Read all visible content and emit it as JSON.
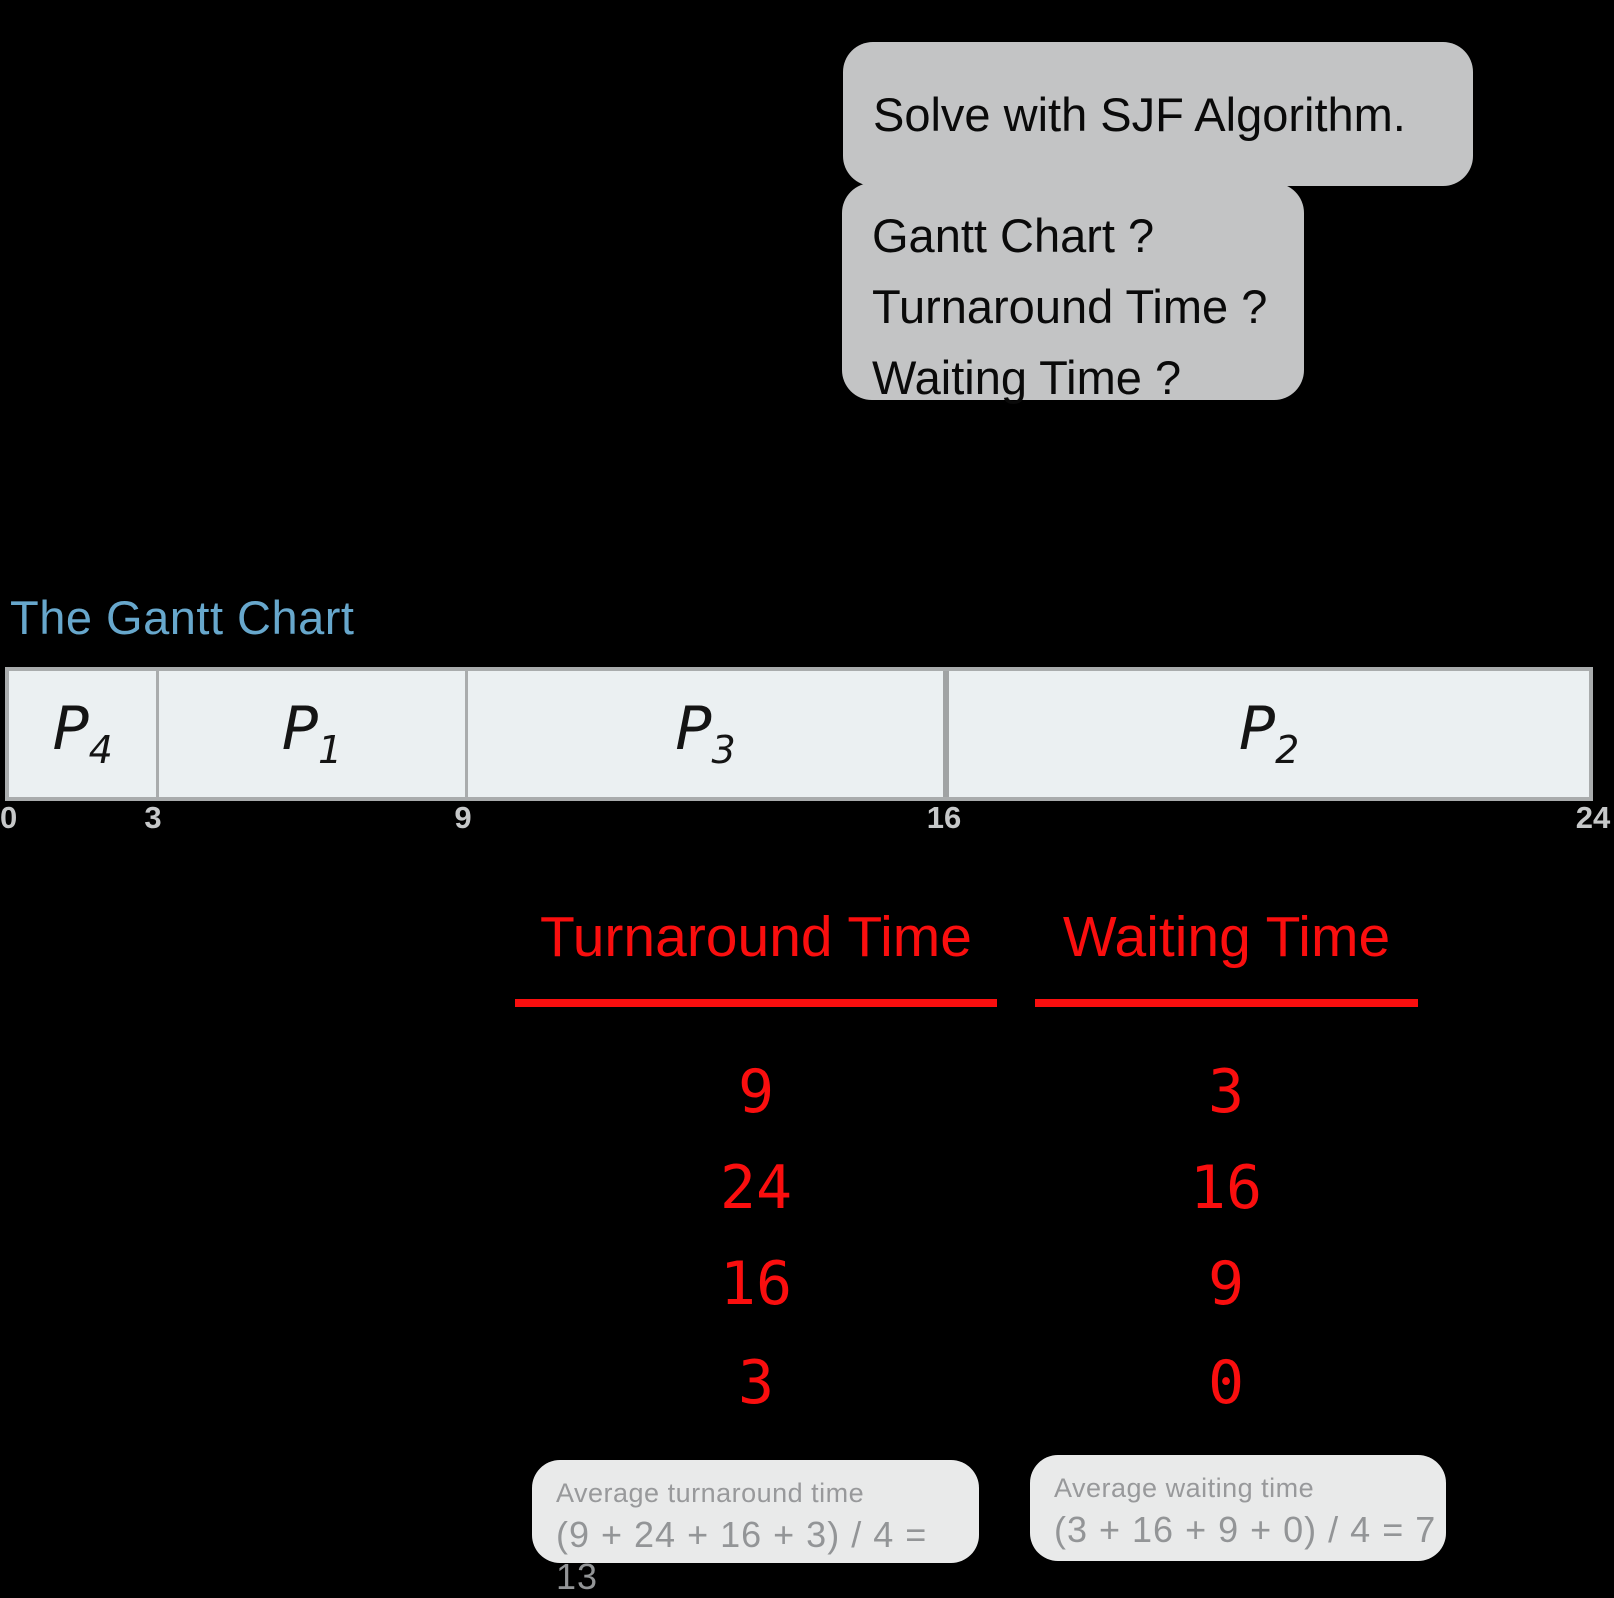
{
  "bubbles": {
    "solve": {
      "text": "Solve with SJF Algorithm."
    },
    "questions": {
      "lines": [
        "Gantt Chart ?",
        "Turnaround Time ?",
        "Waiting Time ?"
      ]
    }
  },
  "gantt": {
    "title": "The Gantt Chart",
    "segments": [
      {
        "process": "P",
        "sub": "4",
        "start": 0,
        "end": 3
      },
      {
        "process": "P",
        "sub": "1",
        "start": 3,
        "end": 9
      },
      {
        "process": "P",
        "sub": "3",
        "start": 9,
        "end": 16
      },
      {
        "process": "P",
        "sub": "2",
        "start": 16,
        "end": 24
      }
    ],
    "ticks": [
      "0",
      "3",
      "9",
      "16",
      "24"
    ]
  },
  "results": {
    "turnaround": {
      "header": "Turnaround Time",
      "values": [
        "9",
        "24",
        "16",
        "3"
      ],
      "average": {
        "label": "Average turnaround time",
        "formula": "(9 + 24 + 16 + 3) / 4 = 13"
      }
    },
    "waiting": {
      "header": "Waiting Time",
      "values": [
        "3",
        "16",
        "9",
        "0"
      ],
      "average": {
        "label": "Average waiting time",
        "formula": "(3 + 16 + 9 + 0) / 4 = 7"
      }
    }
  },
  "colors": {
    "accent_red": "#FA0E0E",
    "title_blue": "#67A7CC",
    "speech_bubble_gray": "#C3C4C5",
    "average_bubble_gray": "#E9EAEA",
    "bar_fill": "#EBF0F2",
    "bar_border": "#A9ACAD",
    "tick_gray": "#C6C8C9",
    "background": "#000000"
  },
  "chart_data": [
    {
      "type": "bar",
      "variant": "gantt-timeline",
      "title": "The Gantt Chart",
      "segments": [
        {
          "label": "P4",
          "start": 0,
          "end": 3
        },
        {
          "label": "P1",
          "start": 3,
          "end": 9
        },
        {
          "label": "P3",
          "start": 9,
          "end": 16
        },
        {
          "label": "P2",
          "start": 16,
          "end": 24
        }
      ],
      "axis_ticks": [
        0,
        3,
        9,
        16,
        24
      ],
      "xlim": [
        0,
        24
      ],
      "legend": "none",
      "grid": false
    },
    {
      "type": "table",
      "columns": [
        "Turnaround Time",
        "Waiting Time"
      ],
      "rows": [
        [
          9,
          3
        ],
        [
          24,
          16
        ],
        [
          16,
          9
        ],
        [
          3,
          0
        ]
      ],
      "footers": [
        "Average turnaround time (9 + 24 + 16 + 3) / 4 = 13",
        "Average waiting time (3 + 16 + 9 + 0) / 4 = 7"
      ]
    }
  ]
}
